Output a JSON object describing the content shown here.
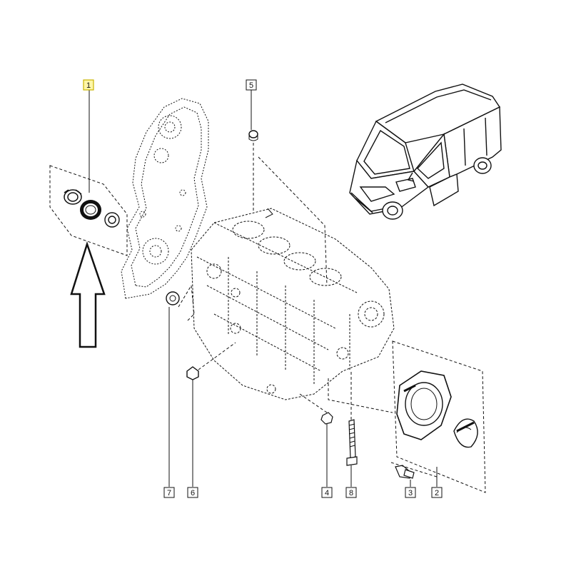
{
  "diagram": {
    "callouts": [
      {
        "id": "1",
        "label": "1",
        "highlighted": true
      },
      {
        "id": "2",
        "label": "2",
        "highlighted": false
      },
      {
        "id": "3",
        "label": "3",
        "highlighted": false
      },
      {
        "id": "4",
        "label": "4",
        "highlighted": false
      },
      {
        "id": "5",
        "label": "5",
        "highlighted": false
      },
      {
        "id": "6",
        "label": "6",
        "highlighted": false
      },
      {
        "id": "7",
        "label": "7",
        "highlighted": false
      },
      {
        "id": "8",
        "label": "8",
        "highlighted": false
      }
    ],
    "colors": {
      "line": "#111111",
      "highlight_fill": "#fff6a8",
      "highlight_border": "#c9b400",
      "background": "#ffffff"
    },
    "icons": [
      "van-illustration",
      "engine-block",
      "timing-cover",
      "rear-seal-plate",
      "up-arrow-indicator"
    ]
  }
}
